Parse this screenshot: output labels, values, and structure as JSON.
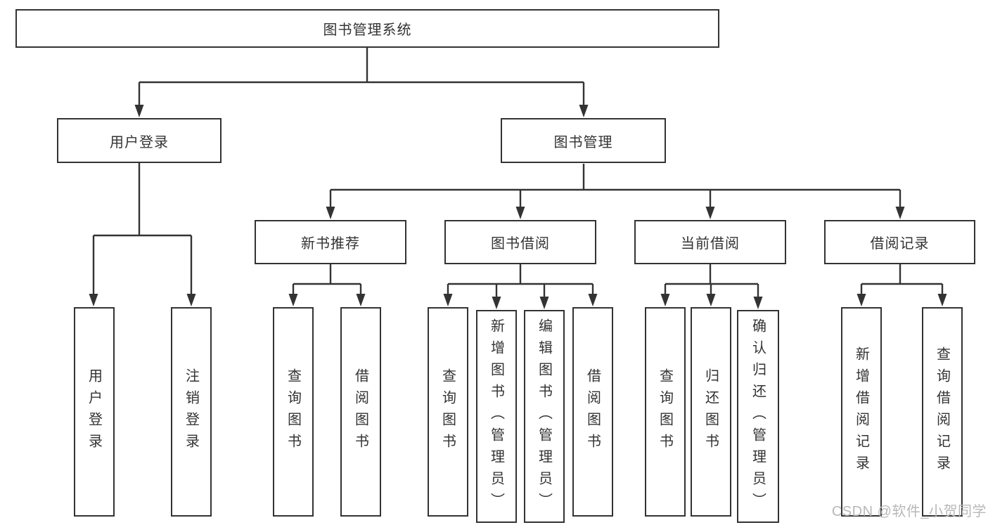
{
  "diagram": {
    "root": {
      "label": "图书管理系统"
    },
    "branches": [
      {
        "label": "用户登录",
        "children": [
          {
            "label": "用户登录"
          },
          {
            "label": "注销登录"
          }
        ]
      },
      {
        "label": "图书管理",
        "groups": [
          {
            "label": "新书推荐",
            "children": [
              {
                "label": "查询图书"
              },
              {
                "label": "借阅图书"
              }
            ]
          },
          {
            "label": "图书借阅",
            "children": [
              {
                "label": "查询图书"
              },
              {
                "label": "新增图书（管理员）"
              },
              {
                "label": "编辑图书（管理员）"
              },
              {
                "label": "借阅图书"
              }
            ]
          },
          {
            "label": "当前借阅",
            "children": [
              {
                "label": "查询图书"
              },
              {
                "label": "归还图书"
              },
              {
                "label": "确认归还（管理员）"
              }
            ]
          },
          {
            "label": "借阅记录",
            "children": [
              {
                "label": "新增借阅记录"
              },
              {
                "label": "查询借阅记录"
              }
            ]
          }
        ]
      }
    ]
  },
  "watermark": {
    "text": "CSDN @软件_小贺同学"
  },
  "colors": {
    "line": "#333333",
    "box_border": "#333333",
    "box_fill": "#ffffff",
    "text": "#333333",
    "background": "#ffffff",
    "watermark": "#b8b8b8"
  }
}
